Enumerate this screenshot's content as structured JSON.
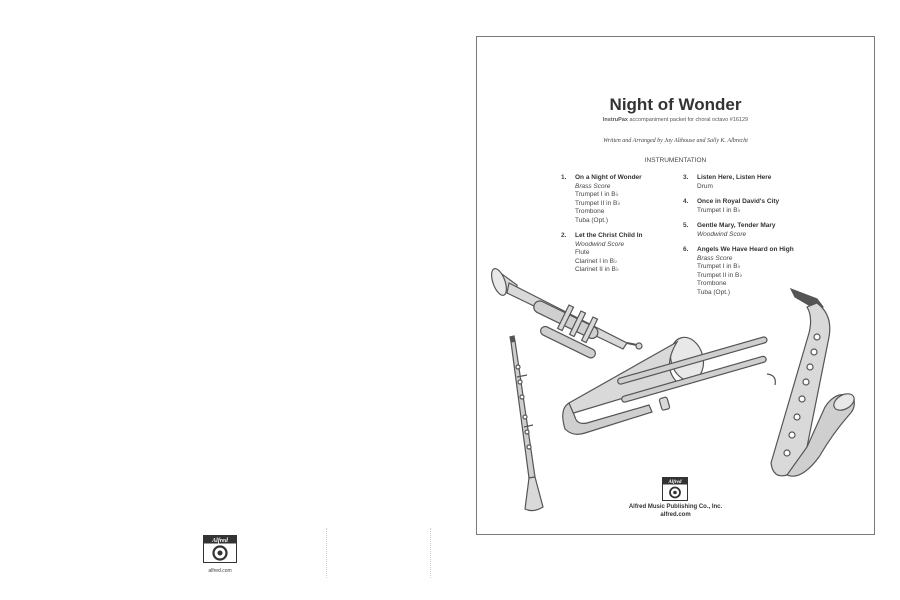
{
  "back_cover": {
    "logo_text": "Alfred",
    "url": "alfred.com"
  },
  "cover": {
    "title": "Night of Wonder",
    "subtitle_brand": "InstruPax",
    "subtitle_rest": "accompaniment packet for choral octavo #16129",
    "credits": "Written and Arranged by Jay Althouse and Sally K. Albrecht",
    "instrumentation_heading": "INSTRUMENTATION",
    "entries_left": [
      {
        "num": "1.",
        "piece": "On a Night of Wonder",
        "score": "Brass Score",
        "instruments": [
          "Trumpet I in B♭",
          "Trumpet II in B♭",
          "Trombone",
          "Tuba (Opt.)"
        ]
      },
      {
        "num": "2.",
        "piece": "Let the Christ Child In",
        "score": "Woodwind Score",
        "instruments": [
          "Flute",
          "Clarinet I in B♭",
          "Clarinet II in B♭"
        ]
      }
    ],
    "entries_right": [
      {
        "num": "3.",
        "piece": "Listen Here, Listen Here",
        "score": "",
        "instruments": [
          "Drum"
        ]
      },
      {
        "num": "4.",
        "piece": "Once in Royal David's City",
        "score": "",
        "instruments": [
          "Trumpet I in B♭"
        ]
      },
      {
        "num": "5.",
        "piece": "Gentle Mary, Tender Mary",
        "score": "Woodwind Score",
        "instruments": []
      },
      {
        "num": "6.",
        "piece": "Angels We Have Heard on High",
        "score": "Brass Score",
        "instruments": [
          "Trumpet I in B♭",
          "Trumpet II in B♭",
          "Trombone",
          "Tuba (Opt.)"
        ]
      }
    ],
    "publisher_logo_text": "Alfred",
    "publisher": "Alfred Music Publishing Co., Inc.",
    "publisher_url": "alfred.com"
  },
  "colors": {
    "instrument_fill": "#d9d9d9",
    "instrument_stroke": "#555555",
    "frame": "#7a7a7a"
  },
  "icons": [
    "alfred-logo-icon",
    "trumpet-icon",
    "clarinet-icon",
    "trombone-icon",
    "saxophone-icon"
  ]
}
